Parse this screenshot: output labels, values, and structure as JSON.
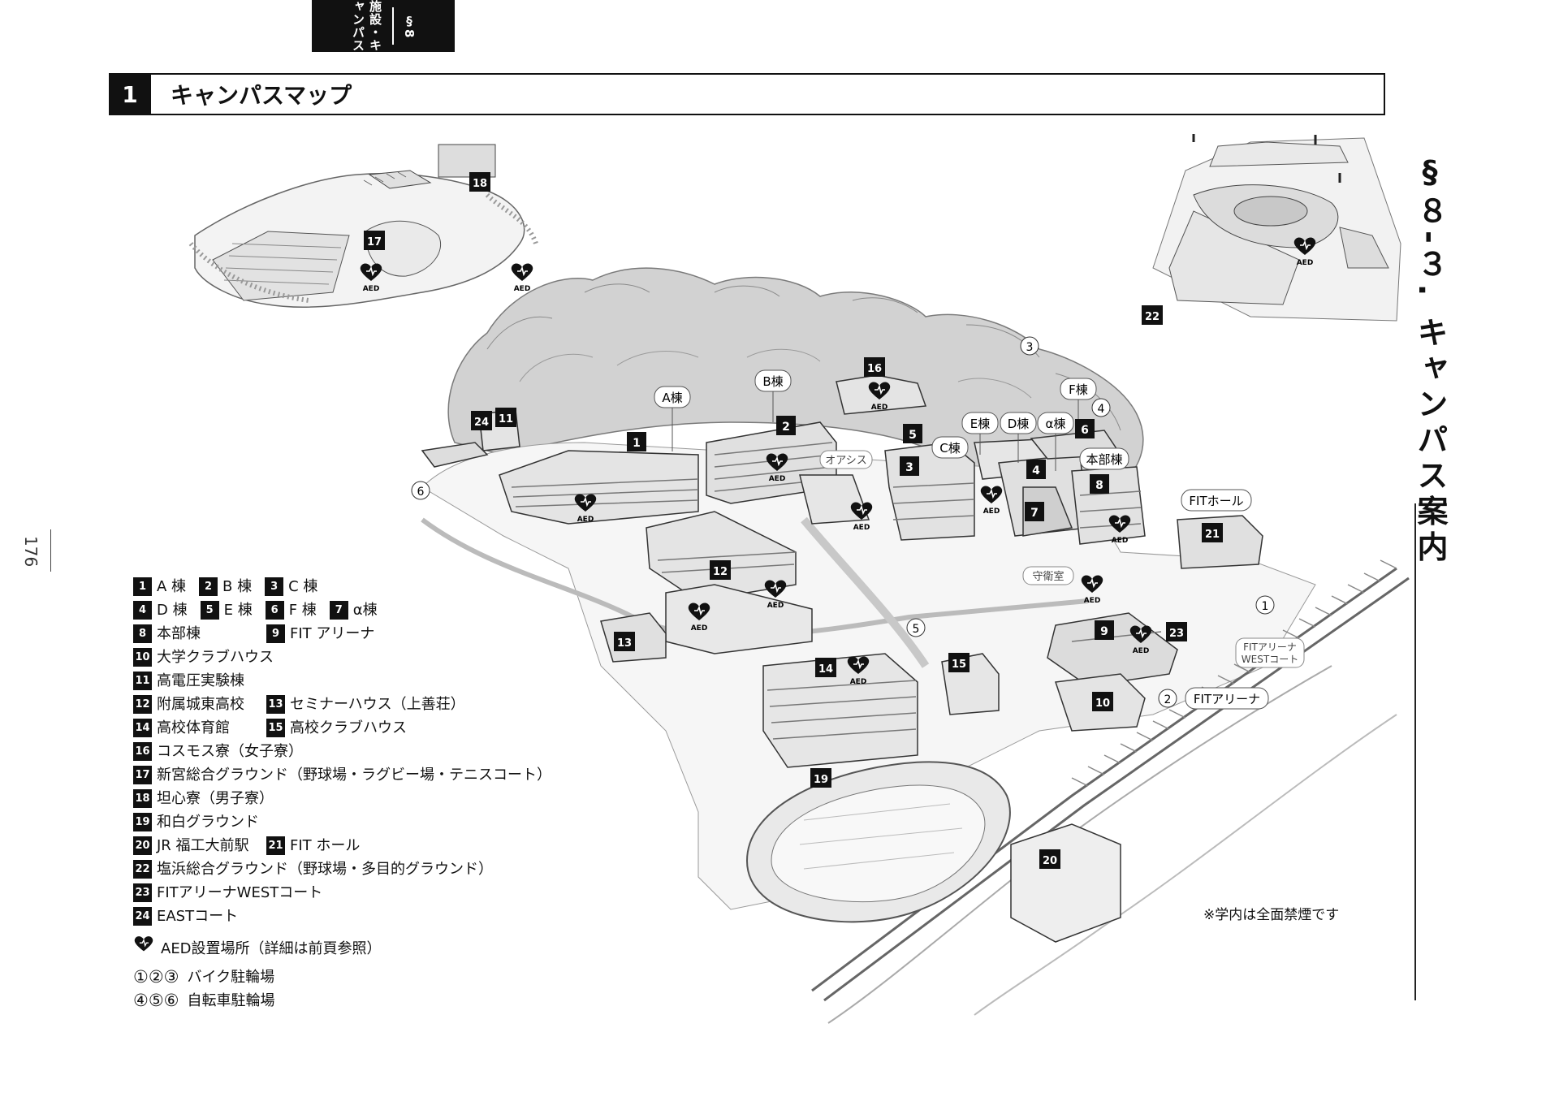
{
  "header": {
    "section_tab": "§8",
    "section_tab_sub": "施設・キャンパス",
    "section_number": "1",
    "title": "キャンパスマップ"
  },
  "sidebar": {
    "page_number": "176",
    "section_title": "§８-３. キャンパス案内"
  },
  "map": {
    "building_labels": {
      "a": "A棟",
      "b": "B棟",
      "c": "C棟",
      "d": "D棟",
      "e": "E棟",
      "f": "F棟",
      "alpha": "α棟",
      "honbu": "本部棟",
      "fit_hall": "FITホール",
      "oasis": "オアシス",
      "guard": "守衛室",
      "fit_arena": "FITアリーナ",
      "fit_west1": "FITアリーナ",
      "fit_west2": "WESTコート"
    },
    "aed_text": "AED",
    "markers": [
      "1",
      "2",
      "3",
      "4",
      "5",
      "6",
      "7",
      "8",
      "9",
      "10",
      "11",
      "12",
      "13",
      "14",
      "15",
      "16",
      "17",
      "18",
      "19",
      "20",
      "21",
      "22",
      "23",
      "24"
    ],
    "parking_circles": [
      "1",
      "2",
      "3",
      "4",
      "5",
      "6"
    ]
  },
  "legend": {
    "r1": [
      {
        "n": "1",
        "t": "A 棟"
      },
      {
        "n": "2",
        "t": "B 棟"
      },
      {
        "n": "3",
        "t": "C 棟"
      }
    ],
    "r2": [
      {
        "n": "4",
        "t": "D 棟"
      },
      {
        "n": "5",
        "t": "E 棟"
      },
      {
        "n": "6",
        "t": "F 棟"
      },
      {
        "n": "7",
        "t": "α棟"
      }
    ],
    "r3": [
      {
        "n": "8",
        "t": "本部棟"
      },
      {
        "n": "9",
        "t": "FIT アリーナ"
      }
    ],
    "r4": [
      {
        "n": "10",
        "t": "大学クラブハウス"
      }
    ],
    "r5": [
      {
        "n": "11",
        "t": "高電圧実験棟"
      }
    ],
    "r6": [
      {
        "n": "12",
        "t": "附属城東高校"
      },
      {
        "n": "13",
        "t": "セミナーハウス（上善荘）"
      }
    ],
    "r7": [
      {
        "n": "14",
        "t": "高校体育館"
      },
      {
        "n": "15",
        "t": "高校クラブハウス"
      }
    ],
    "r8": [
      {
        "n": "16",
        "t": "コスモス寮（女子寮）"
      }
    ],
    "r9": [
      {
        "n": "17",
        "t": "新宮総合グラウンド（野球場・ラグビー場・テニスコート）"
      }
    ],
    "r10": [
      {
        "n": "18",
        "t": "坦心寮（男子寮）"
      }
    ],
    "r11": [
      {
        "n": "19",
        "t": "和白グラウンド"
      }
    ],
    "r12": [
      {
        "n": "20",
        "t": "JR 福工大前駅"
      },
      {
        "n": "21",
        "t": "FIT ホール"
      }
    ],
    "r13": [
      {
        "n": "22",
        "t": "塩浜総合グラウンド（野球場・多目的グラウンド）"
      }
    ],
    "r14": [
      {
        "n": "23",
        "t": "FITアリーナWESTコート"
      }
    ],
    "r15": [
      {
        "n": "24",
        "t": "EASTコート"
      }
    ],
    "aed": "AED設置場所（詳細は前頁参照）",
    "bike_nums": "①②③",
    "bike": "バイク駐輪場",
    "bicycle_nums": "④⑤⑥",
    "bicycle": "自転車駐輪場"
  },
  "note": "※学内は全面禁煙です"
}
